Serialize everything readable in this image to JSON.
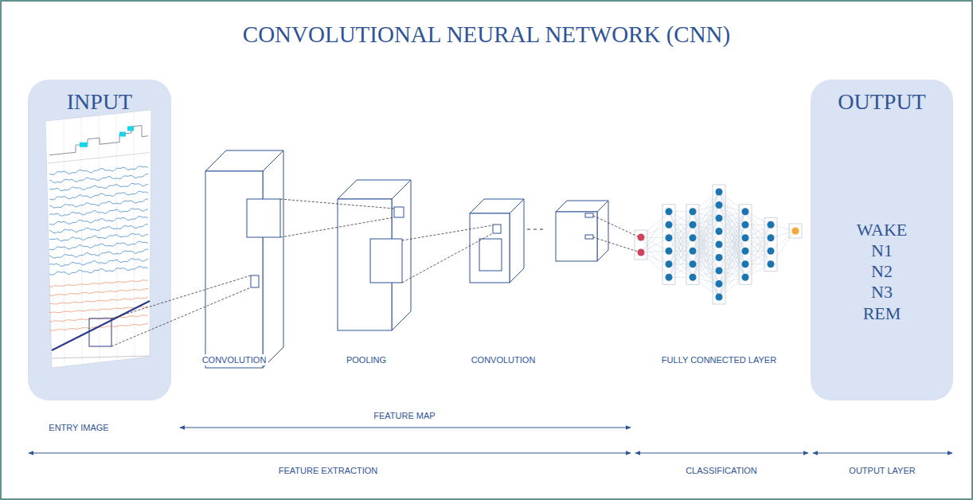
{
  "diagram": {
    "title": "CONVOLUTIONAL NEURAL NETWORK (CNN)",
    "nodes": [
      {
        "text": [
          "INPUT"
        ]
      },
      {
        "text": [
          "OUTPUT",
          "WAKE",
          "N1",
          "N2",
          "N3",
          "REM"
        ]
      }
    ],
    "labels": [
      "CONVOLUTION",
      "POOLING",
      "CONVOLUTION",
      "FULLY CONNECTED LAYER",
      "ENTRY IMAGE",
      "FEATURE MAP",
      "FEATURE EXTRACTION",
      "CLASSIFICATION",
      "OUTPUT LAYER"
    ]
  }
}
